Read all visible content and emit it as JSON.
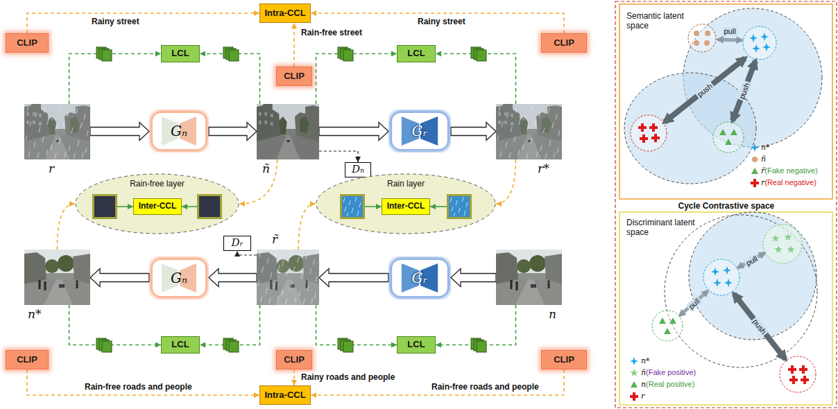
{
  "diagram": {
    "nodes": [
      {
        "text": [
          "Intra-CCL"
        ]
      },
      {
        "text": [
          "CLIP"
        ]
      },
      {
        "text": [
          "CLIP"
        ]
      },
      {
        "text": [
          "CLIP"
        ]
      },
      {
        "text": [
          "LCL"
        ]
      },
      {
        "text": [
          "LCL"
        ]
      },
      {
        "text": [
          "r"
        ]
      },
      {
        "text": [
          "Gₙ"
        ]
      },
      {
        "text": [
          "ñ"
        ]
      },
      {
        "text": [
          "Gᵣ"
        ]
      },
      {
        "text": [
          "r*"
        ]
      },
      {
        "text": [
          "Dₙ"
        ]
      },
      {
        "text": [
          "Rain-free layer"
        ]
      },
      {
        "text": [
          "Inter-CCL"
        ],
        "in": 12
      },
      {
        "text": [
          "Rain layer"
        ]
      },
      {
        "text": [
          "Inter-CCL"
        ],
        "in": 14
      },
      {
        "text": [
          "Dᵣ"
        ]
      },
      {
        "text": [
          "n*"
        ]
      },
      {
        "text": [
          "Gₙ"
        ]
      },
      {
        "text": [
          "r̃"
        ]
      },
      {
        "text": [
          "Gᵣ"
        ]
      },
      {
        "text": [
          "n"
        ]
      },
      {
        "text": [
          "LCL"
        ]
      },
      {
        "text": [
          "LCL"
        ]
      },
      {
        "text": [
          "CLIP"
        ]
      },
      {
        "text": [
          "CLIP"
        ]
      },
      {
        "text": [
          "CLIP"
        ]
      },
      {
        "text": [
          "Intra-CCL"
        ]
      }
    ],
    "edges": [
      {
        "from": 1,
        "to": 0,
        "arrow": "to",
        "label": "Rainy street"
      },
      {
        "from": 2,
        "to": 0,
        "arrow": "to",
        "label": "Rain-free street"
      },
      {
        "from": 3,
        "to": 0,
        "arrow": "to",
        "label": "Rainy street"
      },
      {
        "from": 6,
        "to": 4,
        "arrow": "to"
      },
      {
        "from": 8,
        "to": 4,
        "arrow": "to"
      },
      {
        "from": 8,
        "to": 5,
        "arrow": "to"
      },
      {
        "from": 10,
        "to": 5,
        "arrow": "to"
      },
      {
        "from": 6,
        "to": 7,
        "arrow": "to"
      },
      {
        "from": 7,
        "to": 8,
        "arrow": "to"
      },
      {
        "from": 8,
        "to": 9,
        "arrow": "to"
      },
      {
        "from": 9,
        "to": 10,
        "arrow": "to"
      },
      {
        "from": 8,
        "to": 11,
        "arrow": "to"
      },
      {
        "from": 8,
        "to": 12,
        "arrow": "to"
      },
      {
        "from": 10,
        "to": 14,
        "arrow": "to"
      },
      {
        "from": 17,
        "to": 12,
        "arrow": "to"
      },
      {
        "from": 19,
        "to": 14,
        "arrow": "to"
      },
      {
        "from": 21,
        "to": 20,
        "arrow": "to"
      },
      {
        "from": 20,
        "to": 19,
        "arrow": "to"
      },
      {
        "from": 19,
        "to": 18,
        "arrow": "to"
      },
      {
        "from": 18,
        "to": 17,
        "arrow": "to"
      },
      {
        "from": 19,
        "to": 16,
        "arrow": "to"
      },
      {
        "from": 17,
        "to": 22,
        "arrow": "to"
      },
      {
        "from": 19,
        "to": 22,
        "arrow": "to"
      },
      {
        "from": 19,
        "to": 23,
        "arrow": "to"
      },
      {
        "from": 21,
        "to": 23,
        "arrow": "to"
      },
      {
        "from": 24,
        "to": 27,
        "arrow": "to",
        "label": "Rain-free roads and people"
      },
      {
        "from": 25,
        "to": 27,
        "arrow": "to",
        "label": "Rainy roads and people"
      },
      {
        "from": 26,
        "to": 27,
        "arrow": "to",
        "label": "Rain-free roads and people"
      }
    ],
    "labels": [
      "Semantic latent space",
      "pull",
      "push",
      "push",
      "Cycle Contrastive space",
      "Discriminant latent space",
      "pull",
      "pull",
      "push"
    ],
    "legend": [
      {
        "text": "n*"
      },
      {
        "text": "ñ"
      },
      {
        "text": "r̃(Fake negative)"
      },
      {
        "text": "r(Real negative)"
      },
      {
        "text": "n*"
      },
      {
        "text": "ñ(Fake positive)"
      },
      {
        "text": "n(Real positive)"
      },
      {
        "text": "r"
      }
    ]
  }
}
